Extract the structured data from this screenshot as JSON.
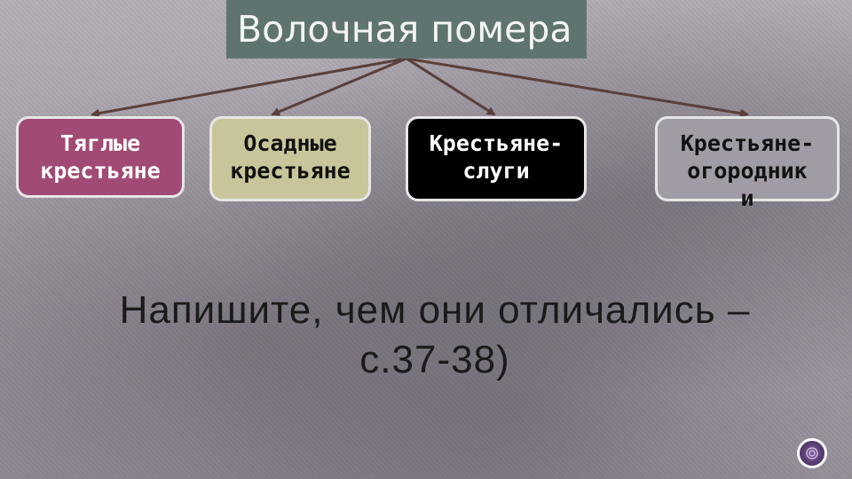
{
  "title": "Волочная помера",
  "nodes": [
    {
      "lines": [
        "Тяглые",
        "крестьяне"
      ],
      "color": "#a04a74"
    },
    {
      "lines": [
        "Осадные",
        "крестьяне"
      ],
      "color": "#c8c59a"
    },
    {
      "lines": [
        "Крестьяне-",
        "слуги"
      ],
      "color": "#000000"
    },
    {
      "lines": [
        "Крестьяне-",
        "огородник",
        "и"
      ],
      "color": "#a09ba4"
    }
  ],
  "question": [
    "Напишите, чем они отличались –",
    "с.37-38)"
  ],
  "colors": {
    "title_bg": "#5f7471",
    "arrow": "#5a3f3a"
  },
  "icons": {
    "corner": "slide-nav-icon"
  }
}
